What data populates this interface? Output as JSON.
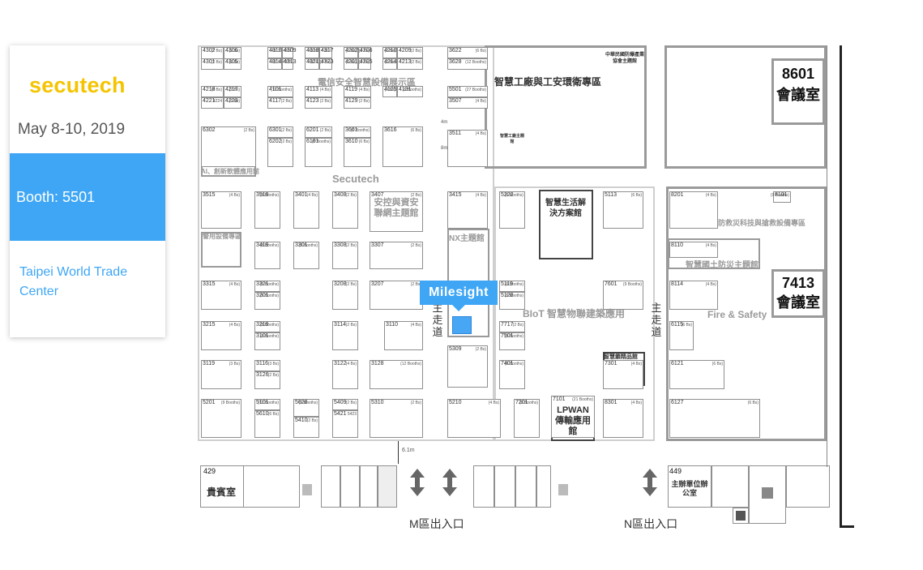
{
  "card": {
    "logo": "secutech",
    "date": "May 8-10, 2019",
    "booth": "Booth: 5501",
    "venue": "Taipei World Trade Center",
    "accent": "#3ea6f5",
    "logo_color": "#f5c400"
  },
  "marker": {
    "label": "Milesight",
    "color": "#3ea6f5"
  },
  "rooms": {
    "r8601_num": "8601",
    "r8601_name": "會議室",
    "r7413_num": "7413",
    "r7413_name": "會議室",
    "vip_num": "429",
    "vip_name": "貴賓室",
    "office_num": "449",
    "office_name": "主辦單位辦公室"
  },
  "zones": {
    "telecom": "電信安全智慧設備展示區",
    "factory": "智慧工廠與工安環衛專區",
    "ai": "AI、創新軟體應用館",
    "secutech": "Secutech",
    "control": "安控與資安聯網主題館",
    "nx": "NX主題館",
    "police": "警用設備專區",
    "biot": "BIoT 智慧物聯建築應用",
    "life": "智慧生活解決方案館",
    "lpwan": "LPWAN傳輸應用館",
    "disaster": "防救災科技與搶救設備專區",
    "land": "智慧國土防災主題館",
    "fire": "Fire & Safety",
    "ind_disaster": "中華民國防爆產業協會主題館",
    "smartfactory_small": "智慧工廠主題館",
    "smartlock": "智慧鎖精品館",
    "aisle": "主走道"
  },
  "exits": {
    "m": "M區出入口",
    "n": "N區出入口"
  },
  "measures": {
    "gap": "6.1m",
    "m4": "4m",
    "m8": "8m"
  },
  "booths": [
    {
      "n": "4302",
      "c": "(2 Bs)"
    },
    {
      "n": "4306",
      "c": "(2 Bs)"
    },
    {
      "n": "4301",
      "c": "(2 Bs)"
    },
    {
      "n": "4305",
      "c": "(2 Bs)"
    },
    {
      "n": "4310",
      "c": "4312"
    },
    {
      "n": "4309",
      "c": "4311"
    },
    {
      "n": "4314",
      "c": "4316"
    },
    {
      "n": "4313",
      "c": "4315"
    },
    {
      "n": "4318",
      "c": "4320"
    },
    {
      "n": "4317",
      "c": "4319"
    },
    {
      "n": "4321",
      "c": "4324"
    },
    {
      "n": "4323",
      "c": "(2 Bs)"
    },
    {
      "n": "4202",
      "c": "(2 Bs)"
    },
    {
      "n": "4206",
      "c": "(2 Bs)"
    },
    {
      "n": "4201",
      "c": "(2 Bs)"
    },
    {
      "n": "4205",
      "c": "(2 Bs)"
    },
    {
      "n": "4210",
      "c": "(2 Bs)"
    },
    {
      "n": "4209",
      "c": "(2 Bs)"
    },
    {
      "n": "4214",
      "c": "(2 Bs)"
    },
    {
      "n": "4213",
      "c": "(2 Bs)"
    },
    {
      "n": "4218",
      "c": "(2 Bs)"
    },
    {
      "n": "4217",
      "c": "(2 Bs)"
    },
    {
      "n": "4221",
      "c": "4224"
    },
    {
      "n": "4223",
      "c": "(2 Bs)"
    },
    {
      "n": "4101",
      "c": "(12 Booths)"
    },
    {
      "n": "4117",
      "c": "(2 Bs)"
    },
    {
      "n": "4113",
      "c": "(4 Bs)"
    },
    {
      "n": "4123",
      "c": "(2 Bs)"
    },
    {
      "n": "4119",
      "c": "(4 Bs)"
    },
    {
      "n": "4129",
      "c": "(2 Bs)"
    },
    {
      "n": "4125",
      "c": "(4 Bs)"
    },
    {
      "n": "4131",
      "c": "(9 Booths)"
    },
    {
      "n": "6302",
      "c": "(2 Bs)"
    },
    {
      "n": "6301",
      "c": "(2 Bs)"
    },
    {
      "n": "6202",
      "c": "(2 Bs)"
    },
    {
      "n": "6201",
      "c": "(2 Bs)"
    },
    {
      "n": "6101",
      "c": "(8 Booths)"
    },
    {
      "n": "3601",
      "c": "(9 Booths)"
    },
    {
      "n": "3610",
      "c": "(6 Bs)"
    },
    {
      "n": "3616",
      "c": "(6 Bs)"
    },
    {
      "n": "3622",
      "c": "(6 Bs)"
    },
    {
      "n": "3628",
      "c": "(12 Booths)"
    },
    {
      "n": "5501",
      "c": "(27 Booths)"
    },
    {
      "n": "3507",
      "c": "(4 Bs)"
    },
    {
      "n": "3511",
      "c": "(4 Bs)"
    },
    {
      "n": "3515",
      "c": "(4 Bs)"
    },
    {
      "n": "3519",
      "c": "(8 Booths)"
    },
    {
      "n": "3401",
      "c": "(4 Bs)"
    },
    {
      "n": "3408",
      "c": "(2 Bs)"
    },
    {
      "n": "3407",
      "c": "(2 Bs)"
    },
    {
      "n": "3415",
      "c": "(4 Bs)"
    },
    {
      "n": "3419",
      "c": "(8 Booths)"
    },
    {
      "n": "3301",
      "c": "(6 Booths)"
    },
    {
      "n": "3308",
      "c": "(2 Bs)"
    },
    {
      "n": "3307",
      "c": "(2 Bs)"
    },
    {
      "n": "3315",
      "c": "(4 Bs)"
    },
    {
      "n": "3321",
      "c": "(6 Booths)"
    },
    {
      "n": "3201",
      "c": "(6 Booths)"
    },
    {
      "n": "3208",
      "c": "(2 Bs)"
    },
    {
      "n": "3207",
      "c": "(2 Bs)"
    },
    {
      "n": "3215",
      "c": "(4 Bs)"
    },
    {
      "n": "3219",
      "c": "(8 Booths)"
    },
    {
      "n": "3101",
      "c": "(9 Booths)"
    },
    {
      "n": "3114",
      "c": "(2 Bs)"
    },
    {
      "n": "3110",
      "c": "(4 Bs)"
    },
    {
      "n": "3119",
      "c": "(3 Bs)"
    },
    {
      "n": "3116",
      "c": "(3 Bs)"
    },
    {
      "n": "3126",
      "c": "(2 Bs)"
    },
    {
      "n": "3122",
      "c": "(4 Bs)"
    },
    {
      "n": "3128",
      "c": "(12 Booths)"
    },
    {
      "n": "5201",
      "c": "(9 Booths)"
    },
    {
      "n": "5101",
      "c": "(12 Booths)"
    },
    {
      "n": "5610",
      "c": "(6 Bs)"
    },
    {
      "n": "5628",
      "c": "(9 Booths)"
    },
    {
      "n": "5410",
      "c": "(2 Bs)"
    },
    {
      "n": "5409",
      "c": "(2 Bs)"
    },
    {
      "n": "5421",
      "c": "5423"
    },
    {
      "n": "5310",
      "c": "(2 Bs)"
    },
    {
      "n": "5309",
      "c": "(2 Bs)"
    },
    {
      "n": "5210",
      "c": "(4 Bs)"
    },
    {
      "n": "5222",
      "c": "(6 Booths)"
    },
    {
      "n": "5113",
      "c": "(6 Bs)"
    },
    {
      "n": "5119",
      "c": "(9 Booths)"
    },
    {
      "n": "5128",
      "c": "(9 Booths)"
    },
    {
      "n": "7601",
      "c": "(9 Booths)"
    },
    {
      "n": "7717",
      "c": "(2 Bs)"
    },
    {
      "n": "7501",
      "c": "(6 Booths)"
    },
    {
      "n": "7401",
      "c": "(6 Booths)"
    },
    {
      "n": "7301",
      "c": "(4 Bs)"
    },
    {
      "n": "7201",
      "c": "(8 Booths)"
    },
    {
      "n": "7101",
      "c": "(21 Booths)"
    },
    {
      "n": "8301",
      "c": "(4 Bs)"
    },
    {
      "n": "8201",
      "c": "(4 Bs)"
    },
    {
      "n": "8101",
      "c": "(9 Booths)"
    },
    {
      "n": "8110",
      "c": "(4 Bs)"
    },
    {
      "n": "8114",
      "c": "(4 Bs)"
    },
    {
      "n": "6115",
      "c": "(6 Bs)"
    },
    {
      "n": "6121",
      "c": "(6 Bs)"
    },
    {
      "n": "6127",
      "c": "(6 Bs)"
    }
  ]
}
